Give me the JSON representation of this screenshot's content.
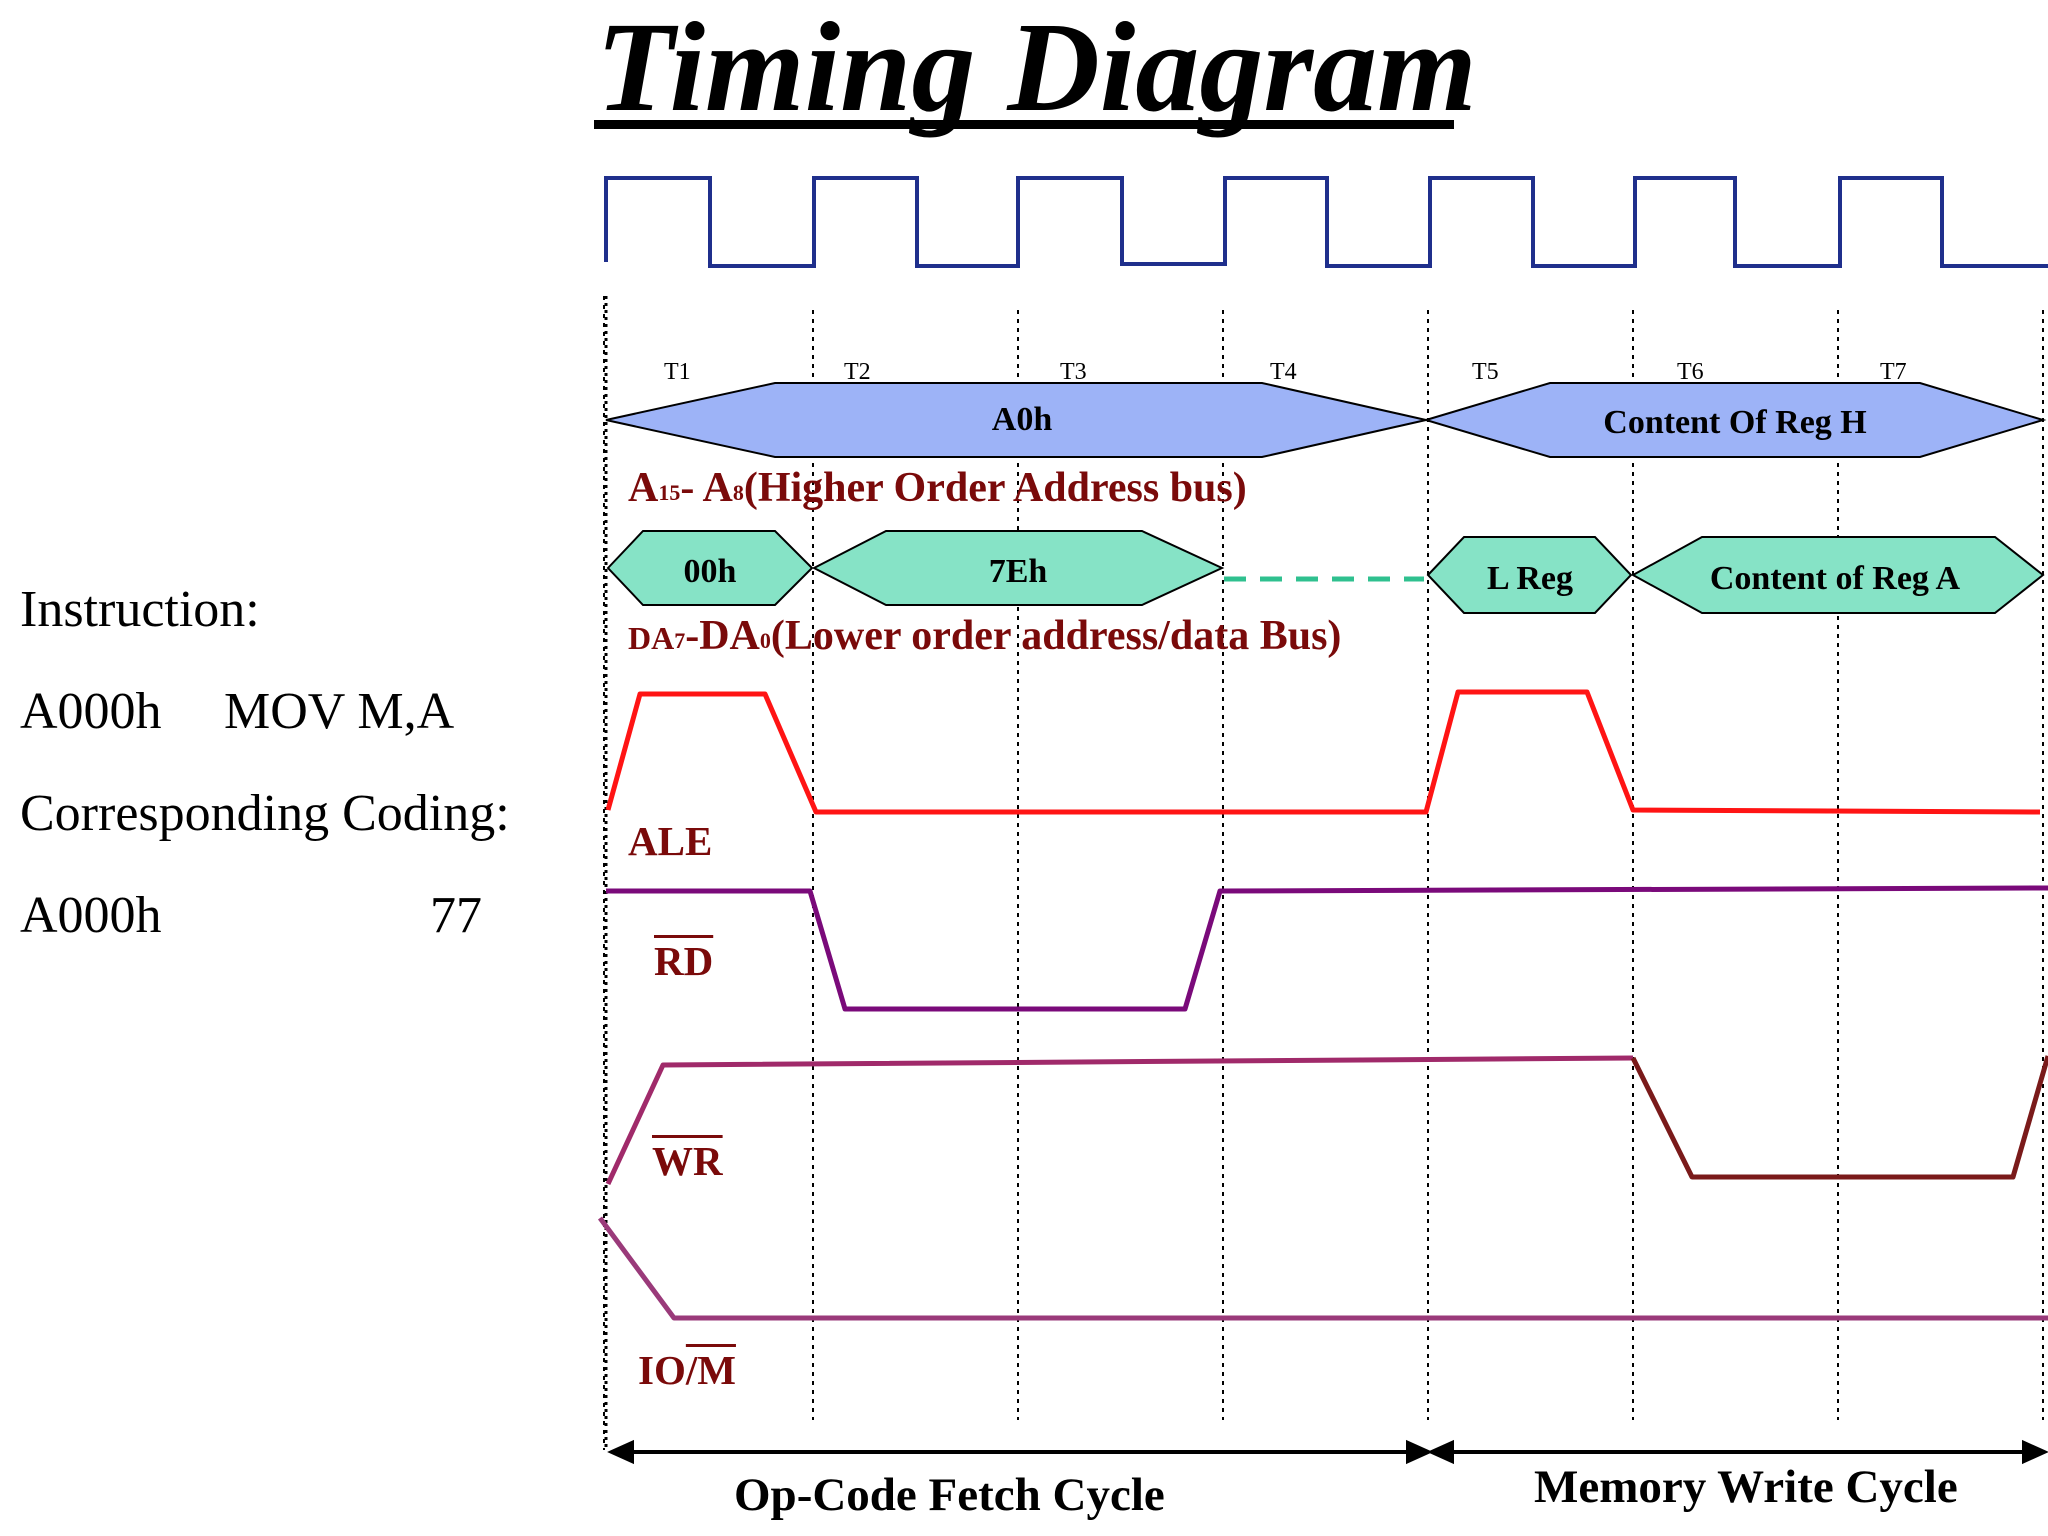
{
  "title": "Timing Diagram",
  "instruction": {
    "heading": "Instruction:",
    "address": "A000h",
    "mnemonic": "MOV M,A",
    "coding_heading": "Corresponding Coding:",
    "coding_address": "A000h",
    "coding_value": "77"
  },
  "t_states": [
    "T1",
    "T2",
    "T3",
    "T4",
    "T5",
    "T6",
    "T7"
  ],
  "high_address_bus": {
    "values": [
      "A0h",
      "Content Of Reg H"
    ],
    "label_main": "A",
    "label_sub1": "15",
    "label_mid": "- A",
    "label_sub2": "8",
    "label_tail": "(Higher Order Address bus)",
    "color": "#9db3f7"
  },
  "low_address_data_bus": {
    "values": [
      "00h",
      "7Eh",
      "L Reg",
      "Content of Reg A"
    ],
    "label_pre": "DA",
    "label_sub1": "7",
    "label_mid": "-DA",
    "label_sub2": "0",
    "label_tail": "(Lower order address/data Bus)",
    "color": "#86e3c6"
  },
  "signals": {
    "ale": "ALE",
    "rd": "RD",
    "wr": "WR",
    "iom_prefix": "IO",
    "iom_bar": "/M",
    "colors": {
      "clock": "#1f2f8c",
      "ale": "#ff1414",
      "rd": "#7a0a7a",
      "wr": "#a02a6a",
      "iom": "#9a3a7a"
    }
  },
  "cycles": [
    "Op-Code Fetch Cycle",
    "Memory Write Cycle"
  ]
}
